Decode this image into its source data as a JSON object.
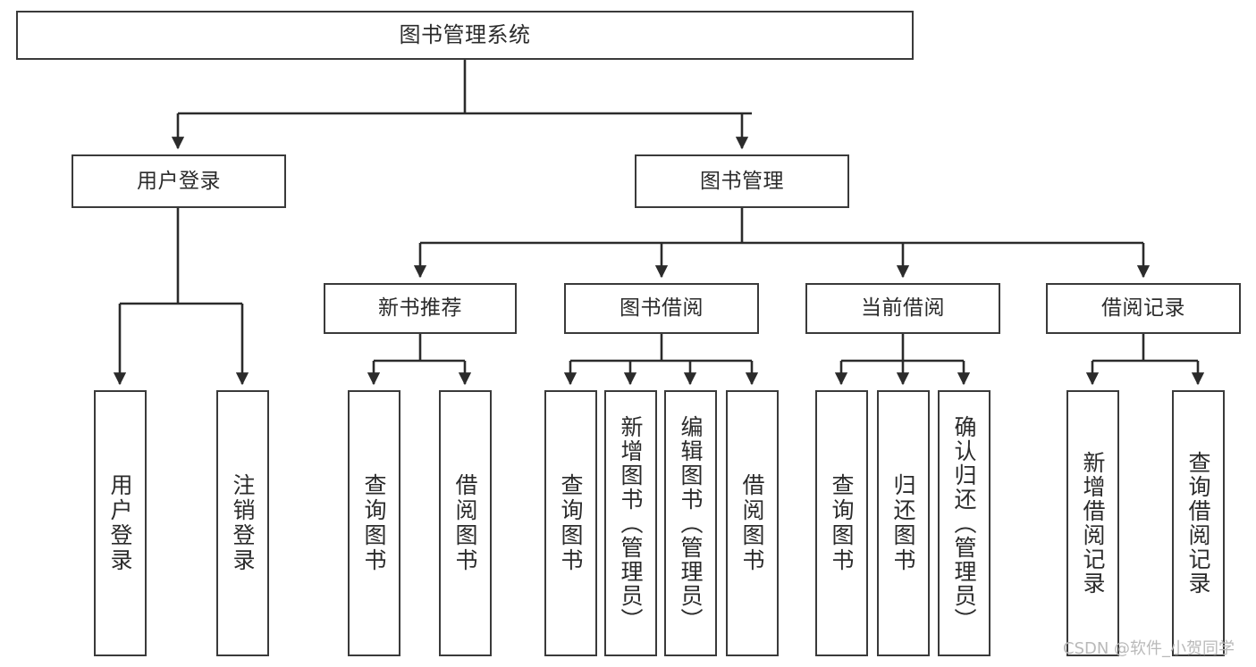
{
  "diagram": {
    "title": "图书管理系统",
    "type": "tree",
    "watermark": "CSDN @软件_小贺同学",
    "style": {
      "box_fill": "#ffffff",
      "box_stroke": "#3a3a3a",
      "connector_stroke": "#2b2b2b",
      "text_color": "#2b2b2b",
      "background": "#ffffff"
    },
    "nodes": {
      "root": {
        "label": "图书管理系统"
      },
      "level2": [
        {
          "id": "user-login",
          "label": "用户登录"
        },
        {
          "id": "book-manage",
          "label": "图书管理"
        }
      ],
      "level3": [
        {
          "id": "new-book-rec",
          "label": "新书推荐"
        },
        {
          "id": "book-borrow",
          "label": "图书借阅"
        },
        {
          "id": "current-borrow",
          "label": "当前借阅"
        },
        {
          "id": "borrow-record",
          "label": "借阅记录"
        }
      ],
      "leaves": [
        {
          "id": "leaf-user-login",
          "label": "用户登录",
          "parent": "user-login"
        },
        {
          "id": "leaf-logout",
          "label": "注销登录",
          "parent": "user-login"
        },
        {
          "id": "leaf-query-book-1",
          "label": "查询图书",
          "parent": "new-book-rec"
        },
        {
          "id": "leaf-borrow-book-1",
          "label": "借阅图书",
          "parent": "new-book-rec"
        },
        {
          "id": "leaf-query-book-2",
          "label": "查询图书",
          "parent": "book-borrow"
        },
        {
          "id": "leaf-add-book",
          "label": "新增图书（管理员）",
          "parent": "book-borrow"
        },
        {
          "id": "leaf-edit-book",
          "label": "编辑图书（管理员）",
          "parent": "book-borrow"
        },
        {
          "id": "leaf-borrow-book-2",
          "label": "借阅图书",
          "parent": "book-borrow"
        },
        {
          "id": "leaf-query-book-3",
          "label": "查询图书",
          "parent": "current-borrow"
        },
        {
          "id": "leaf-return-book",
          "label": "归还图书",
          "parent": "current-borrow"
        },
        {
          "id": "leaf-confirm-return",
          "label": "确认归还（管理员）",
          "parent": "current-borrow"
        },
        {
          "id": "leaf-add-record",
          "label": "新增借阅记录",
          "parent": "borrow-record"
        },
        {
          "id": "leaf-query-record",
          "label": "查询借阅记录",
          "parent": "borrow-record"
        }
      ]
    }
  }
}
